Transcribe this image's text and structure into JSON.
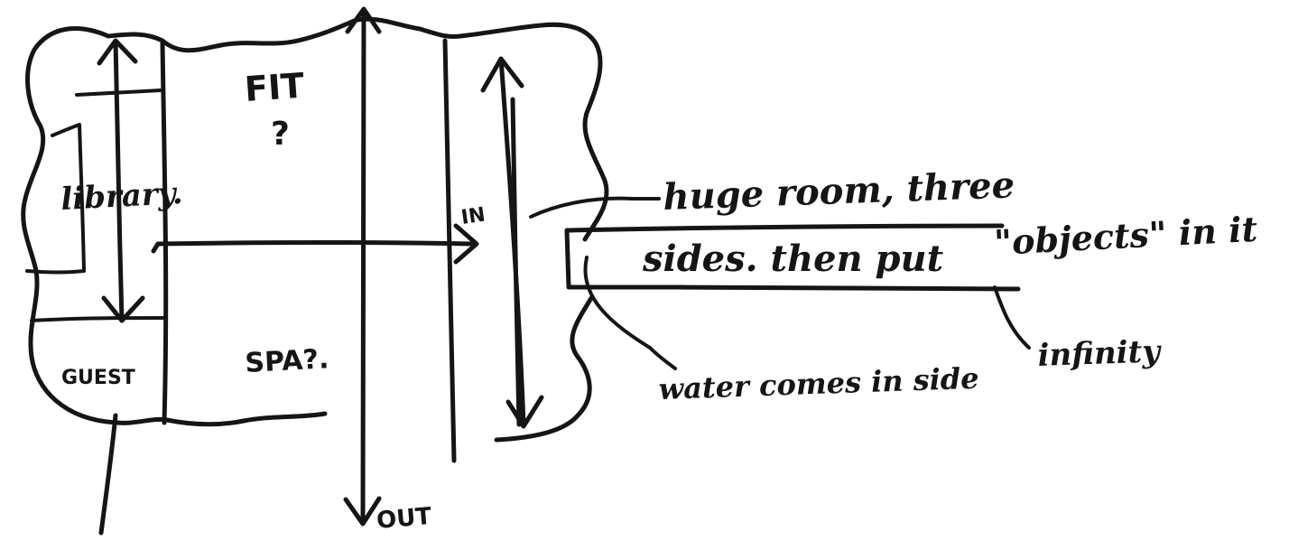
{
  "labels": {
    "fit": "FIT",
    "fit_question": "?",
    "library": "library.",
    "guest": "GUEST",
    "spa": "SPA?.",
    "in": "IN",
    "out": "OUT"
  },
  "notes": {
    "line1": "huge room, three",
    "line2": "sides. then put",
    "objects": "\"objects\" in it",
    "water": "water comes in side",
    "infinity": "infinity"
  }
}
